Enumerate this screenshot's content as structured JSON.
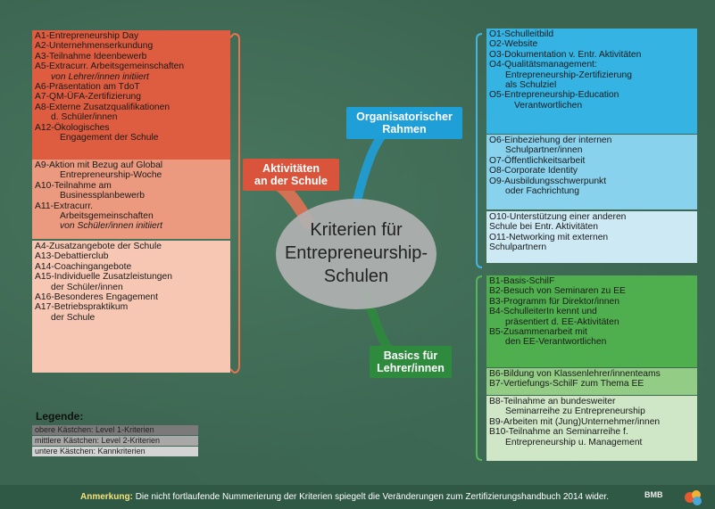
{
  "center": {
    "lines": [
      "Kriterien für",
      "Entrepreneurship-",
      "Schulen"
    ]
  },
  "categories": {
    "aktivitaeten": {
      "lines": [
        "Aktivitäten",
        "an der Schule"
      ],
      "color": "#d9543a"
    },
    "organisatorisch": {
      "lines": [
        "Organisatorischer",
        "Rahmen"
      ],
      "color": "#1f9fd8"
    },
    "basics": {
      "lines": [
        "Basics für",
        "Lehrer/innen"
      ],
      "color": "#2e8a3d"
    }
  },
  "a_level1": [
    [
      "A1-Entrepreneurship Day"
    ],
    [
      "A2-Unternehmenserkundung"
    ],
    [
      "A3-Teilnahme Ideenbewerb"
    ],
    [
      "A5-Extracurr. Arbeitsgemeinschaften",
      "von Lehrer/innen initiiert"
    ],
    [
      "A6-Präsentation am TdoT"
    ],
    [
      "A7-QM-ÜFA-Zertifizierung"
    ],
    [
      "A8-Externe Zusatzqualifikationen",
      "d. Schüler/innen"
    ],
    [
      "A12-Ökologisches",
      "Engagement der Schule"
    ]
  ],
  "a_level2": [
    [
      "A9-Aktion mit Bezug auf Global",
      "Entrepreneurship-Woche"
    ],
    [
      "A10-Teilnahme am",
      "Businessplanbewerb"
    ],
    [
      "A11-Extracurr.",
      "Arbeitsgemeinschaften",
      "von Schüler/innen initiiert"
    ]
  ],
  "a_kann": [
    [
      "A4-Zusatzangebote der Schule"
    ],
    [
      "A13-Debattierclub"
    ],
    [
      "A14-Coachingangebote"
    ],
    [
      "A15-Individuelle Zusatzleistungen",
      "der Schüler/innen"
    ],
    [
      "A16-Besonderes Engagement"
    ],
    [
      "A17-Betriebspraktikum",
      "der Schule"
    ]
  ],
  "o_level1": [
    [
      "O1-Schulleitbild"
    ],
    [
      "O2-Website"
    ],
    [
      "O3-Dokumentation v. Entr. Aktivitäten"
    ],
    [
      "O4-Qualitätsmanagement:",
      "Entrepreneurship-Zertifizierung",
      "als Schulziel"
    ],
    [
      "O5-Entrepreneurship-Education",
      "Verantwortlichen"
    ]
  ],
  "o_level2": [
    [
      "O6-Einbeziehung der internen",
      "Schulpartner/innen"
    ],
    [
      "O7-Öffentlichkeitsarbeit"
    ],
    [
      "O8-Corporate Identity"
    ],
    [
      "O9-Ausbildungsschwerpunkt",
      "oder Fachrichtung"
    ]
  ],
  "o_kann": [
    [
      "O10-Unterstützung einer anderen",
      "Schule bei Entr. Aktivitäten"
    ],
    [
      "O11-Networking mit externen",
      "Schulpartnern"
    ]
  ],
  "b_level1": [
    [
      "B1-Basis-SchilF"
    ],
    [
      "B2-Besuch von Seminaren zu EE"
    ],
    [
      "B3-Programm für Direktor/innen"
    ],
    [
      "B4-SchulleiterIn kennt und",
      "präsentiert d. EE-Aktivitäten"
    ],
    [
      "B5-Zusammenarbeit mit",
      "den EE-Verantwortlichen"
    ]
  ],
  "b_level2": [
    [
      "B6-Bildung von Klassenlehrer/innenteams"
    ],
    [
      "B7-Vertiefungs-SchilF zum Thema EE"
    ]
  ],
  "b_kann": [
    [
      "B8-Teilnahme an bundesweiter",
      "Seminarreihe zu Entrepreneurship"
    ],
    [
      "B9-Arbeiten mit (Jung)Unternehmer/innen"
    ],
    [
      "B10-Teilnahme an Seminarreihe f.",
      "Entrepreneurship u. Management"
    ]
  ],
  "legend": {
    "title": "Legende:",
    "items": [
      "obere Kästchen: Level 1-Kriterien",
      "mittlere Kästchen: Level 2-Kriterien",
      "untere Kästchen: Kannkriterien"
    ]
  },
  "footer": {
    "label": "Anmerkung:",
    "text": "Die nicht fortlaufende Nummerierung der Kriterien spiegelt die Veränderungen zum Zertifizierungshandbuch 2014 wider.",
    "logo": "BMB"
  }
}
